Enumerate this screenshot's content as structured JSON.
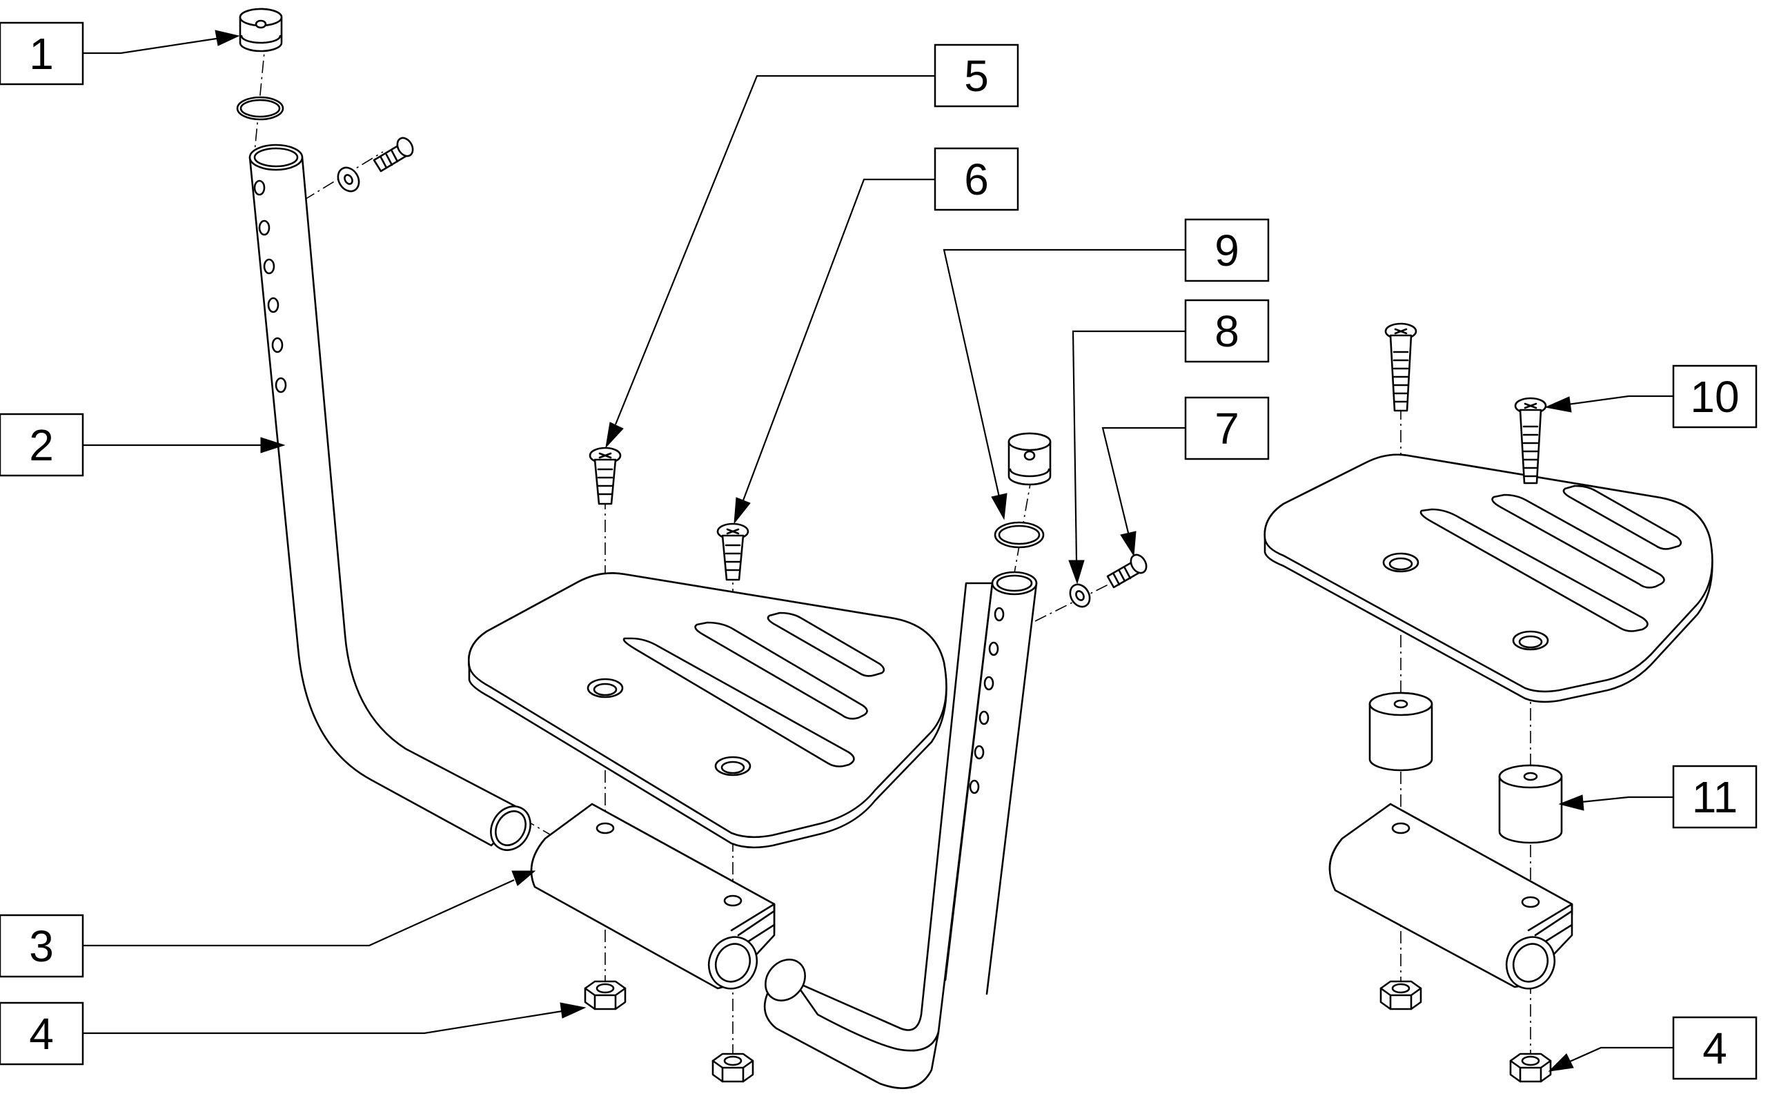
{
  "diagram": {
    "type": "exploded-parts-diagram",
    "callouts": [
      {
        "id": "c1",
        "label": "1"
      },
      {
        "id": "c2",
        "label": "2"
      },
      {
        "id": "c3",
        "label": "3"
      },
      {
        "id": "c4a",
        "label": "4"
      },
      {
        "id": "c5",
        "label": "5"
      },
      {
        "id": "c6",
        "label": "6"
      },
      {
        "id": "c9",
        "label": "9"
      },
      {
        "id": "c8",
        "label": "8"
      },
      {
        "id": "c7",
        "label": "7"
      },
      {
        "id": "c10",
        "label": "10"
      },
      {
        "id": "c11",
        "label": "11"
      },
      {
        "id": "c4b",
        "label": "4"
      }
    ],
    "colors": {
      "line": "#000000",
      "background": "#ffffff"
    }
  }
}
